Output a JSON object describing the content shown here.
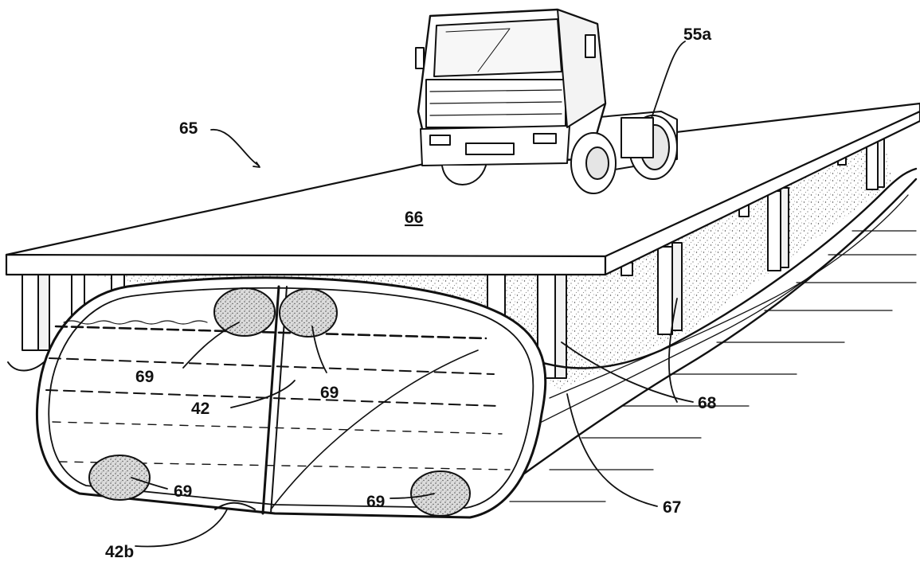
{
  "figure": {
    "labels": {
      "bridge_assembly": "65",
      "deck": "66",
      "support_members": "68",
      "outer_shell": "67",
      "inner_wall": "42",
      "bottom_wall": "42b",
      "float_bodies": "69",
      "truck": "55a"
    }
  }
}
